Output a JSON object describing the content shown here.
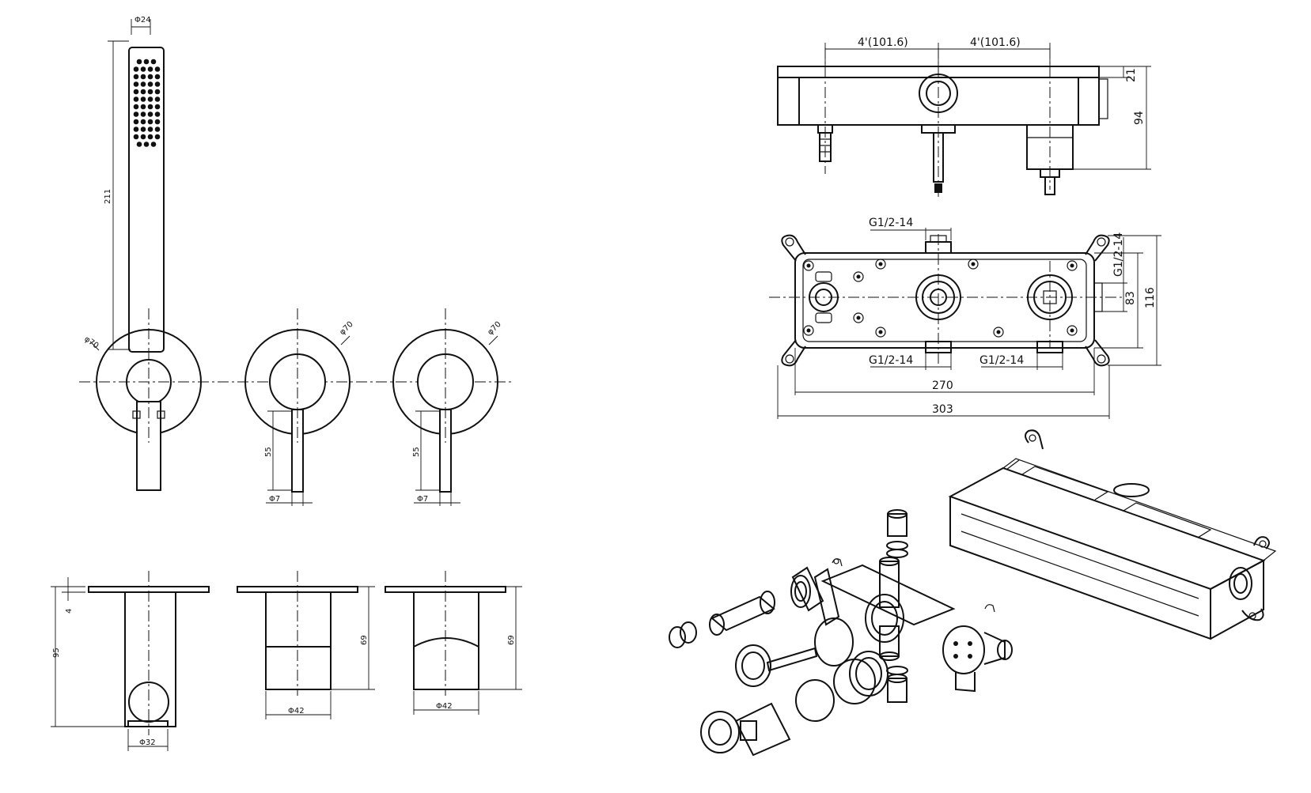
{
  "side_view": {
    "handset": {
      "dia_top": "Φ24",
      "length": "211",
      "flange_dia": "φ70"
    },
    "valve1": {
      "flange_dia": "φ70",
      "lever_len": "55",
      "lever_dia": "Φ7"
    },
    "valve2": {
      "flange_dia": "φ70",
      "lever_len": "55",
      "lever_dia": "Φ7"
    }
  },
  "profile_view": {
    "handset": {
      "flange_t": "4",
      "height": "95",
      "base_dia": "Φ32"
    },
    "valve1": {
      "depth": "69",
      "body_dia": "Φ42"
    },
    "valve2": {
      "depth": "69",
      "body_dia": "Φ42"
    }
  },
  "box_top": {
    "spacing_left": "4'(101.6)",
    "spacing_right": "4'(101.6)",
    "depth_small": "21",
    "depth": "94"
  },
  "box_front": {
    "port_top": "G1/2-14",
    "port_bottom_left": "G1/2-14",
    "port_bottom_right": "G1/2-14",
    "port_right": "G1/2-14",
    "height_inner": "83",
    "height_outer": "116",
    "width_inner": "270",
    "width_outer": "303"
  }
}
